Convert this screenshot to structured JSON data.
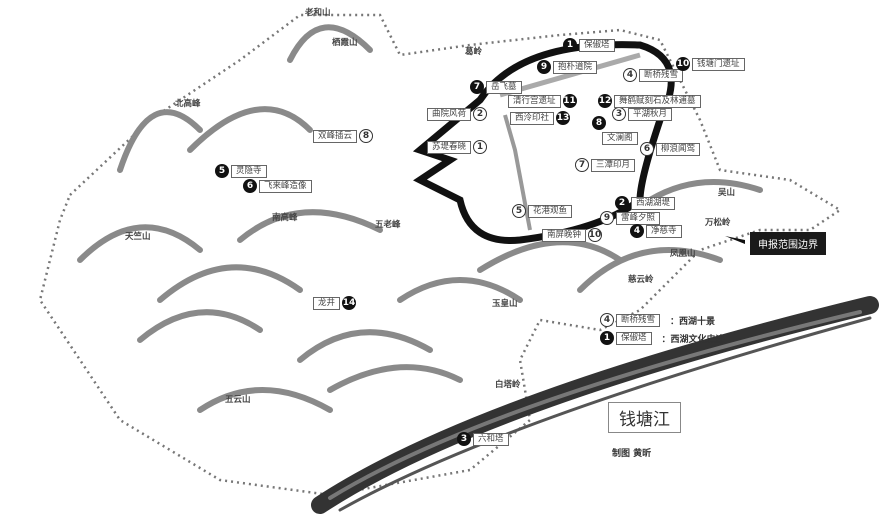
{
  "mountains": [
    "老和山",
    "栖霞山",
    "葛岭",
    "北高峰",
    "天竺山",
    "南高峰",
    "五老峰",
    "吴山",
    "万松岭",
    "凤凰山",
    "慈云岭",
    "玉皇山",
    "白塔岭",
    "五云山"
  ],
  "ten_scenes": [
    {
      "n": "1",
      "name": "苏堤春晓"
    },
    {
      "n": "2",
      "name": "曲院风荷"
    },
    {
      "n": "3",
      "name": "平湖秋月"
    },
    {
      "n": "4",
      "name": "断桥残雪"
    },
    {
      "n": "5",
      "name": "花港观鱼"
    },
    {
      "n": "6",
      "name": "柳浪闻莺"
    },
    {
      "n": "7",
      "name": "三潭印月"
    },
    {
      "n": "8",
      "name": "双峰插云"
    },
    {
      "n": "9",
      "name": "雷峰夕照"
    },
    {
      "n": "10",
      "name": "南屏晚钟"
    }
  ],
  "heritage_sites": [
    {
      "n": "1",
      "name": "保俶塔"
    },
    {
      "n": "2",
      "name": "西湖湖堤"
    },
    {
      "n": "3",
      "name": "六和塔"
    },
    {
      "n": "4",
      "name": "净慈寺"
    },
    {
      "n": "5",
      "name": "灵隐寺"
    },
    {
      "n": "6",
      "name": "飞来峰造像"
    },
    {
      "n": "7",
      "name": "岳飞墓"
    },
    {
      "n": "8",
      "name": "文澜阁"
    },
    {
      "n": "9",
      "name": "抱朴道院"
    },
    {
      "n": "10",
      "name": "钱塘门遗址"
    },
    {
      "n": "11",
      "name": "清行宫遗址"
    },
    {
      "n": "12",
      "name": "舞鹤赋刻石及林逋墓"
    },
    {
      "n": "13",
      "name": "西泠印社"
    },
    {
      "n": "14",
      "name": "龙井"
    }
  ],
  "legend": {
    "scene_sample": {
      "n": "4",
      "name": "断桥残雪",
      "desc": "：西湖十景"
    },
    "site_sample": {
      "n": "1",
      "name": "保俶塔",
      "desc": "：西湖文化史迹"
    }
  },
  "boundary_label": "申报范围边界",
  "river_label": "钱塘江",
  "credit": "制图 黄昕",
  "colors": {
    "ink": "#111111",
    "mountain": "#8a8a8a",
    "boundary": "#777777"
  }
}
